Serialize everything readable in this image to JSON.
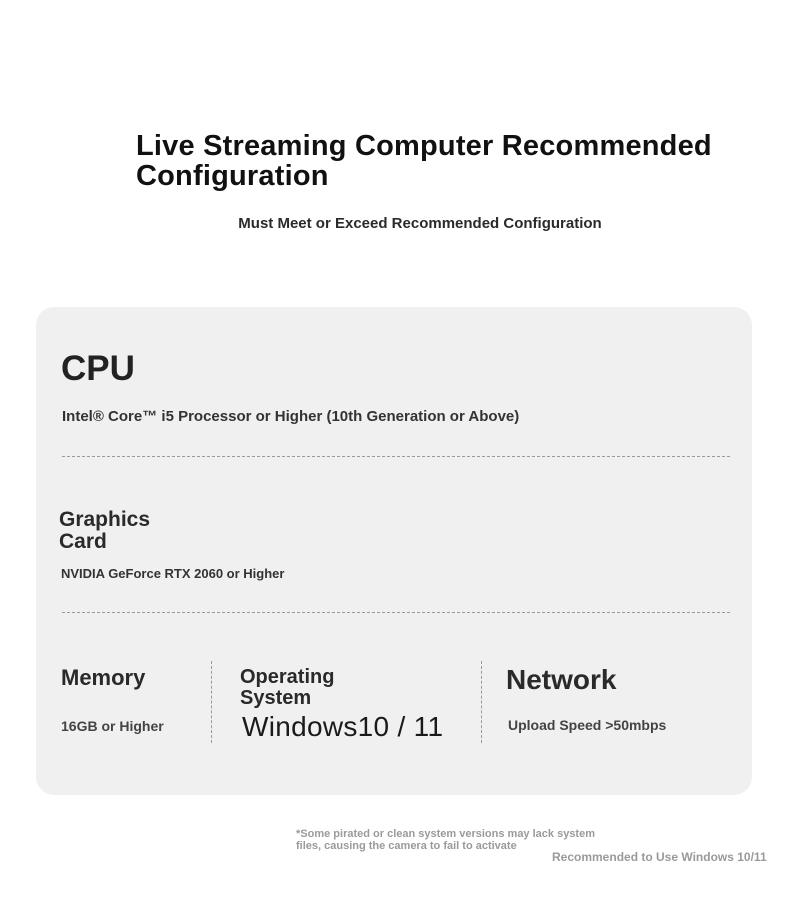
{
  "header": {
    "title": "Live Streaming Computer Recommended\n Configuration",
    "subtitle": "Must Meet or Exceed Recommended Configuration"
  },
  "specs": {
    "cpu": {
      "title": "CPU",
      "value": "Intel® Core™ i5 Processor or Higher (10th Generation or Above)"
    },
    "graphics": {
      "title": "Graphics\n Card",
      "value": "NVIDIA GeForce RTX 2060 or Higher"
    },
    "memory": {
      "title": "Memory",
      "value": "16GB or Higher"
    },
    "os": {
      "title": "Operating\n System",
      "value": "Windows10 / 11"
    },
    "network": {
      "title": "Network",
      "value": "Upload Speed >50mbps"
    }
  },
  "footer": {
    "note": "*Some pirated or clean system versions may lack system\n files, causing the camera to fail to activate",
    "recommendation": "Recommended to Use Windows 10/11"
  }
}
